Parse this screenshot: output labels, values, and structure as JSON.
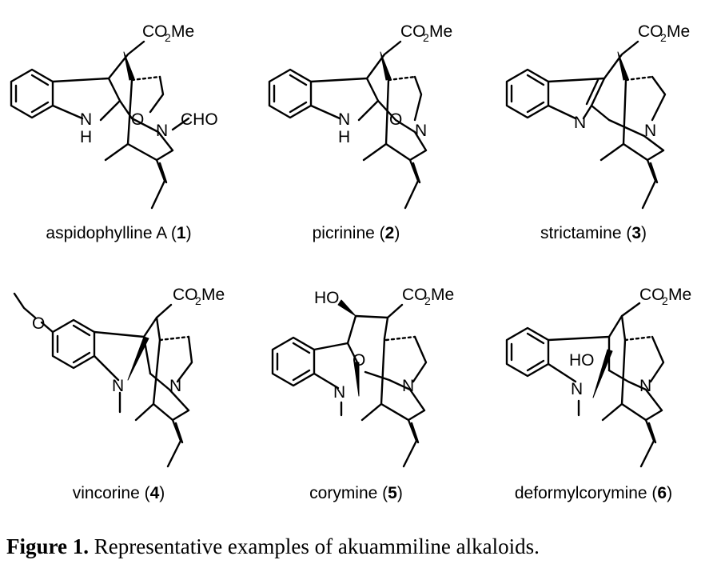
{
  "figure": {
    "compounds": [
      {
        "name": "aspidophylline A",
        "number": "1",
        "atoms": {
          "ester": "CO",
          "ester_sub": "2",
          "ester_tail": "Me",
          "nh": "N",
          "h": "H",
          "o": "O",
          "n": "N",
          "cho": "CHO"
        }
      },
      {
        "name": "picrinine",
        "number": "2",
        "atoms": {
          "ester": "CO",
          "ester_sub": "2",
          "ester_tail": "Me",
          "nh": "N",
          "h": "H",
          "o": "O",
          "n": "N"
        }
      },
      {
        "name": "strictamine",
        "number": "3",
        "atoms": {
          "ester": "CO",
          "ester_sub": "2",
          "ester_tail": "Me",
          "n1": "N",
          "n": "N"
        }
      },
      {
        "name": "vincorine",
        "number": "4",
        "atoms": {
          "ester": "CO",
          "ester_sub": "2",
          "ester_tail": "Me",
          "o": "O",
          "n1": "N",
          "n": "N"
        }
      },
      {
        "name": "corymine",
        "number": "5",
        "atoms": {
          "ester": "CO",
          "ester_sub": "2",
          "ester_tail": "Me",
          "ho": "HO",
          "o": "O",
          "n1": "N",
          "n": "N"
        }
      },
      {
        "name": "deformylcorymine",
        "number": "6",
        "atoms": {
          "ester": "CO",
          "ester_sub": "2",
          "ester_tail": "Me",
          "ho": "HO",
          "n1": "N",
          "n": "N"
        }
      }
    ],
    "caption": {
      "lead": "Figure 1.",
      "text": "Representative examples of akuammiline alkaloids."
    }
  }
}
